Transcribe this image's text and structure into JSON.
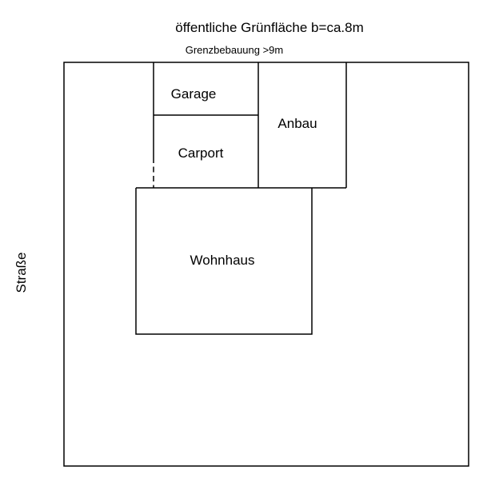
{
  "labels": {
    "title": "öffentliche Grünfläche b=ca.8m",
    "boundary_note": "Grenzbebauung >9m",
    "street": "Straße"
  },
  "buildings": {
    "garage": "Garage",
    "carport": "Carport",
    "anbau": "Anbau",
    "wohnhaus": "Wohnhaus"
  },
  "colors": {
    "background": "#ffffff",
    "line": "#000000",
    "text": "#000000"
  }
}
